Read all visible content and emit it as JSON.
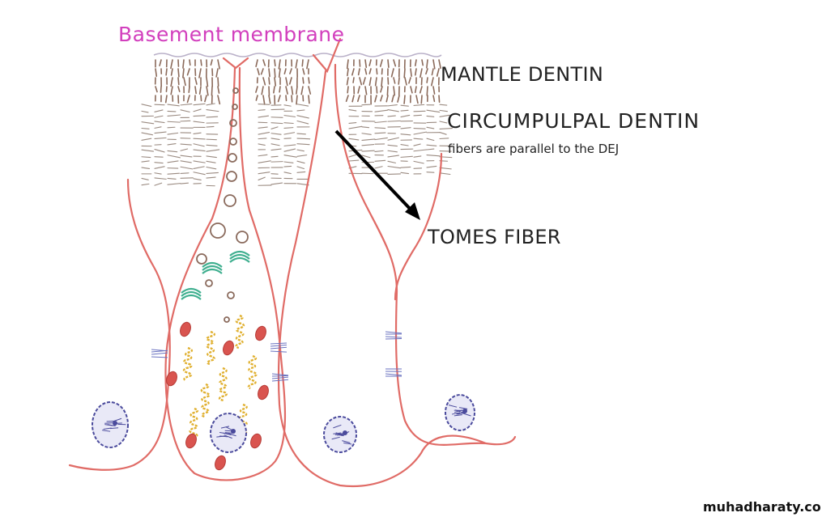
{
  "labels": {
    "basement_membrane": "Basement membrane",
    "mantle_dentin": "MANTLE DENTIN",
    "circumpulpal_dentin": "CIRCUMPULPAL DENTIN",
    "fibers_note": "fibers are parallel to the DEJ",
    "tomes_fiber": "TOMES FIBER"
  },
  "watermark": "muhadharaty.com",
  "colors": {
    "membrane_label": "#d23fbd",
    "cell_outline": "#e06b66",
    "mantle_fibers": "#8b6a5a",
    "circumpulpal_fibers": "#9a8a80",
    "vesicles": "#8a6a5c",
    "rough_er": "#e0b030",
    "mitochondria": "#d9544f",
    "golgi": "#3faf8f",
    "nucleus": "#4a4a9c",
    "arrow": "#000000"
  }
}
